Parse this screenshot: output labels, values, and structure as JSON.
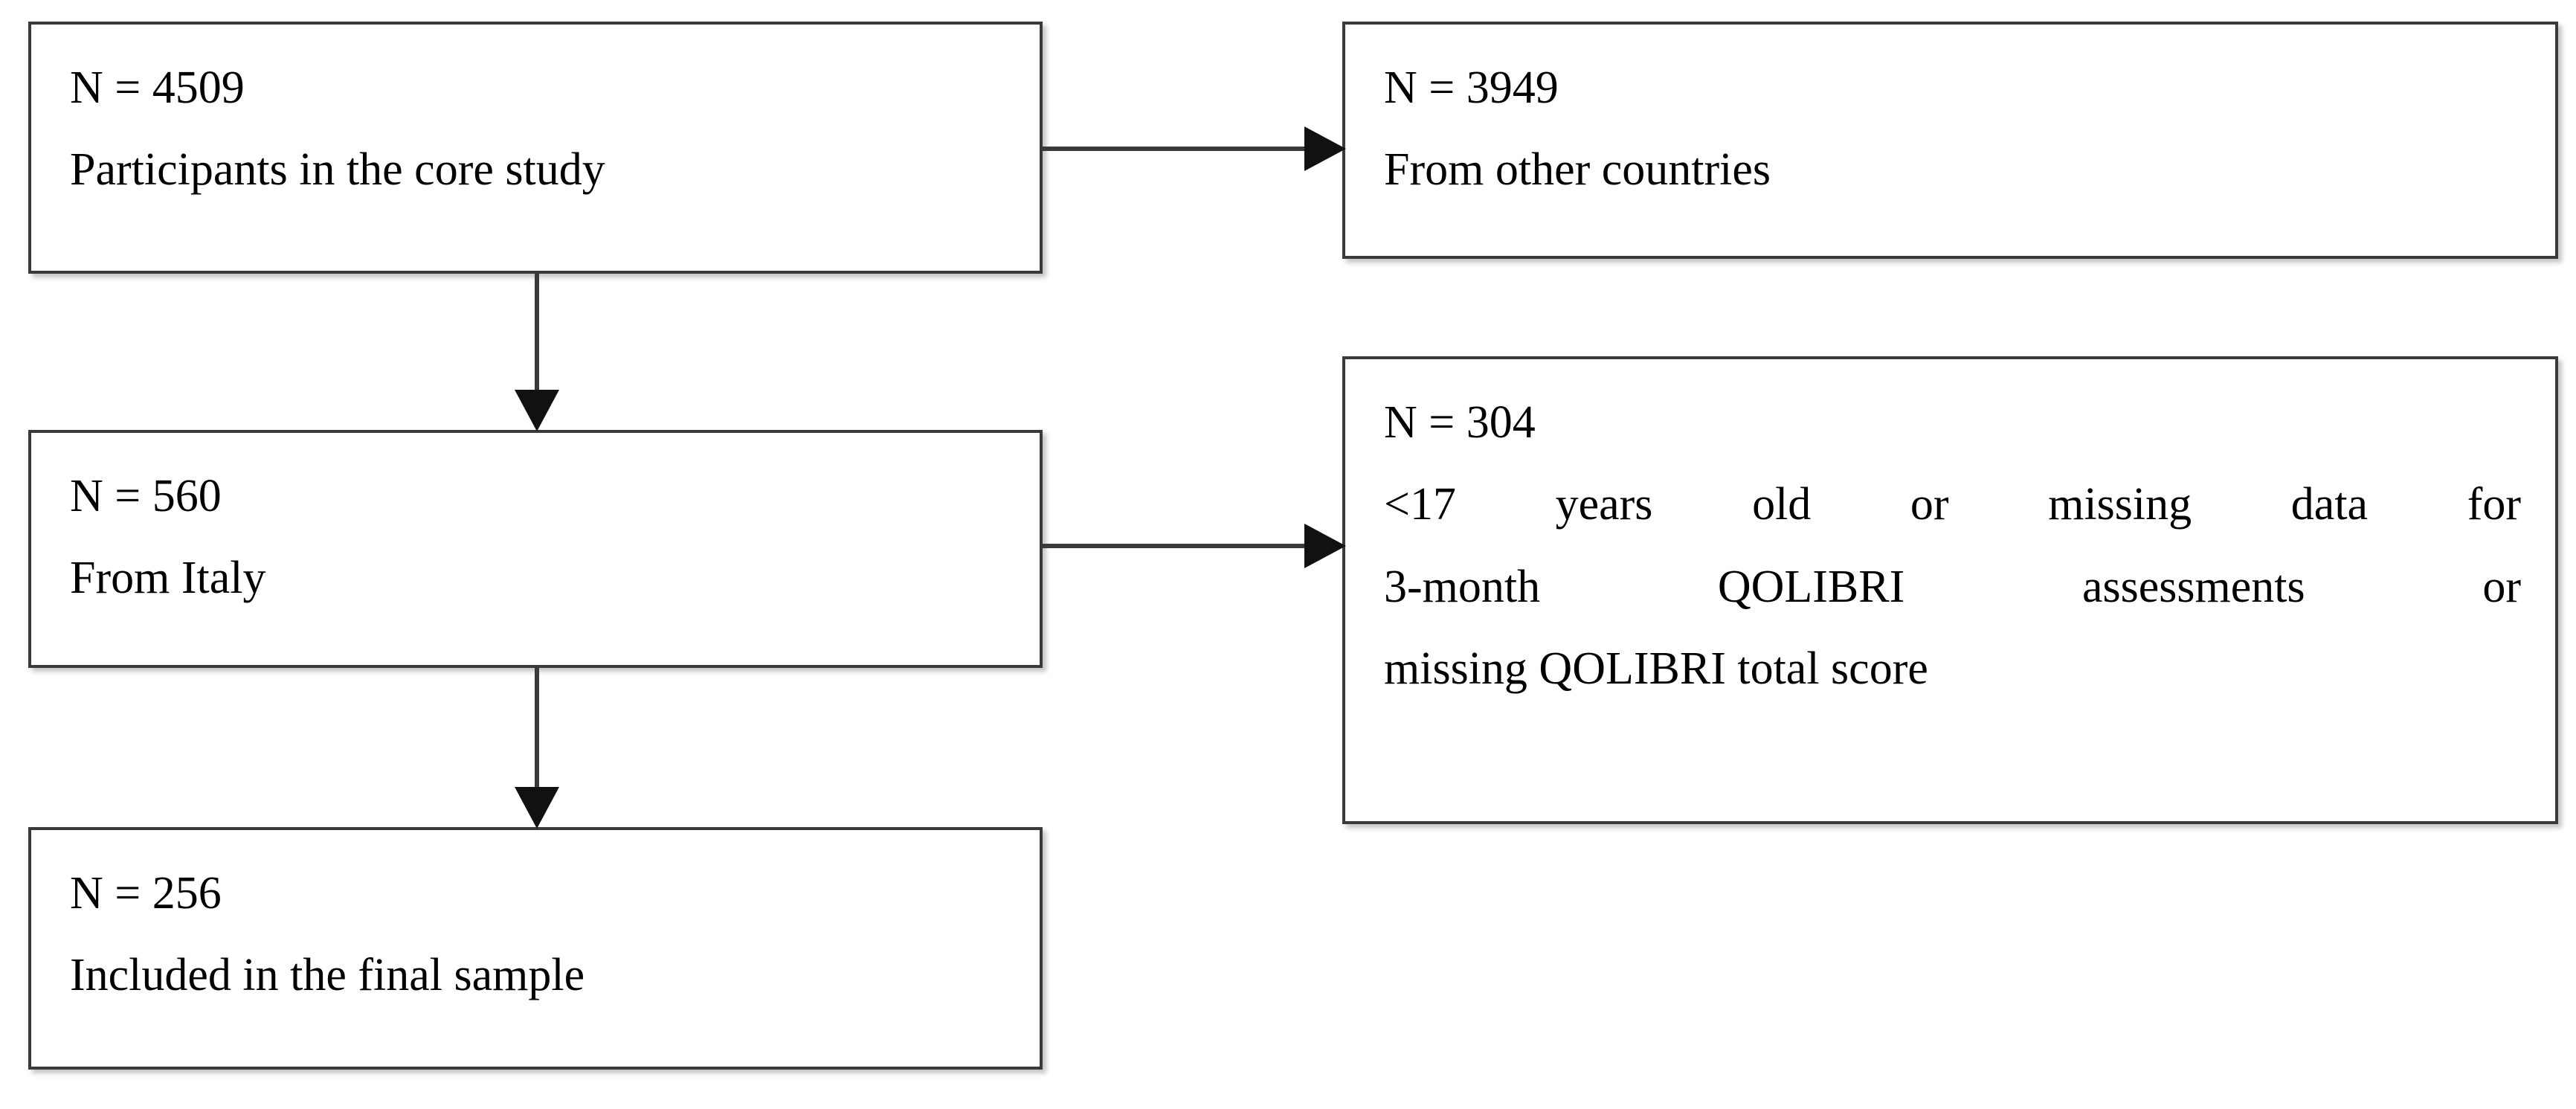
{
  "diagram": {
    "type": "participant-flow-diagram",
    "title": "Participant flow diagram",
    "background_color": "#ffffff",
    "box_border_color": "#3a3a3a",
    "text_color": "#000000",
    "arrow_color": "#111111"
  },
  "boxes": [
    {
      "id": "core-study",
      "count_label": "N = 4509",
      "description": "Participants in the core study",
      "lines": [
        "N = 4509",
        "Participants in the core study"
      ],
      "justified": false
    },
    {
      "id": "other-countries",
      "count_label": "N = 3949",
      "description": "From other countries",
      "lines": [
        "N = 3949",
        "From other countries"
      ],
      "justified": false
    },
    {
      "id": "italy",
      "count_label": "N = 560",
      "description": "From Italy",
      "lines": [
        "N = 560",
        "From Italy"
      ],
      "justified": false
    },
    {
      "id": "excluded",
      "count_label": "N = 304",
      "description": "<17 years old or missing data for 3-month QOLIBRI assessments or missing QOLIBRI total score",
      "lines": [
        "N = 304",
        "<17 years old or missing data for",
        "3-month QOLIBRI assessments or",
        "missing QOLIBRI total score"
      ],
      "justified": true
    },
    {
      "id": "final-sample",
      "count_label": "N = 256",
      "description": "Included in the final sample",
      "lines": [
        "N = 256",
        "Included in the final sample"
      ],
      "justified": false
    }
  ],
  "arrows": [
    {
      "id": "core-to-other",
      "from": "core-study",
      "to": "other-countries",
      "direction": "right"
    },
    {
      "id": "core-to-italy",
      "from": "core-study",
      "to": "italy",
      "direction": "down"
    },
    {
      "id": "italy-to-excluded",
      "from": "italy",
      "to": "excluded",
      "direction": "right"
    },
    {
      "id": "italy-to-final",
      "from": "italy",
      "to": "final-sample",
      "direction": "down"
    }
  ]
}
